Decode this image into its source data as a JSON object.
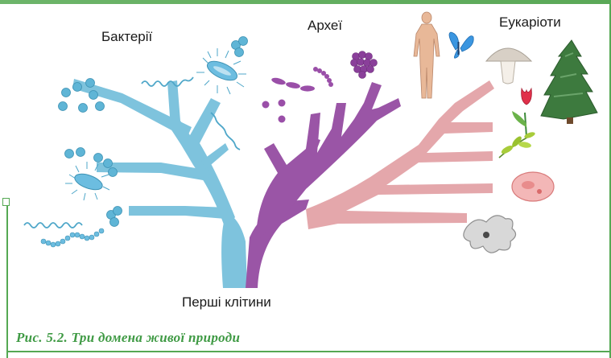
{
  "labels": {
    "bacteria": "Бактерії",
    "archaea": "Археї",
    "eukaryotes": "Еукаріоти",
    "first_cells": "Перші клітини"
  },
  "caption": "Рис. 5.2. Три домена живої природи",
  "colors": {
    "bacteria_branch": "#7ec3dd",
    "archaea_branch": "#9a55a6",
    "eukaryote_branch": "#e4a7ab",
    "frame_accent": "#55a853"
  },
  "icons": [
    "cocci-cluster-icon",
    "bacillus-icon",
    "spirillum-icon",
    "streptococcus-chain-icon",
    "archaea-cocci-icon",
    "archaea-rods-icon",
    "archaea-cluster-icon",
    "human-icon",
    "butterfly-icon",
    "mushroom-icon",
    "spruce-tree-icon",
    "tulip-icon",
    "plant-sprig-icon",
    "paramecium-icon",
    "amoeba-icon"
  ]
}
